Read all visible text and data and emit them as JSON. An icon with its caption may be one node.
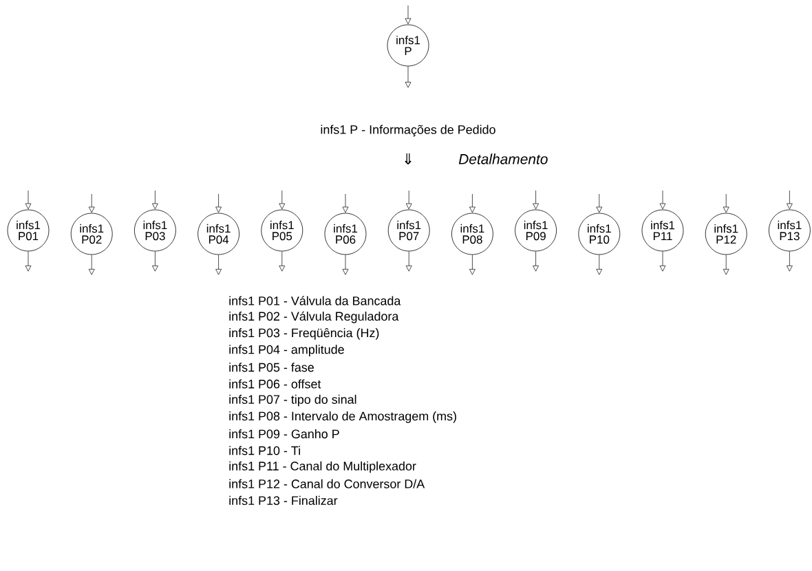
{
  "diagram": {
    "nodes": [
      {
        "text": [
          "infs1 P"
        ]
      },
      {
        "text": [
          "infs1 P01"
        ]
      },
      {
        "text": [
          "infs1 P02"
        ]
      },
      {
        "text": [
          "infs1 P03"
        ]
      },
      {
        "text": [
          "infs1 P04"
        ]
      },
      {
        "text": [
          "infs1 P05"
        ]
      },
      {
        "text": [
          "infs1 P06"
        ]
      },
      {
        "text": [
          "infs1 P07"
        ]
      },
      {
        "text": [
          "infs1 P08"
        ]
      },
      {
        "text": [
          "infs1 P09"
        ]
      },
      {
        "text": [
          "infs1 P10"
        ]
      },
      {
        "text": [
          "infs1 P11"
        ]
      },
      {
        "text": [
          "infs1 P12"
        ]
      },
      {
        "text": [
          "infs1 P13"
        ]
      }
    ],
    "edges": [
      {
        "from": null,
        "to": 0,
        "arrow": "to"
      },
      {
        "from": 0,
        "to": null,
        "arrow": "to"
      },
      {
        "from": null,
        "to": 1,
        "arrow": "to"
      },
      {
        "from": 1,
        "to": null,
        "arrow": "to"
      },
      {
        "from": null,
        "to": 2,
        "arrow": "to"
      },
      {
        "from": 2,
        "to": null,
        "arrow": "to"
      },
      {
        "from": null,
        "to": 3,
        "arrow": "to"
      },
      {
        "from": 3,
        "to": null,
        "arrow": "to"
      },
      {
        "from": null,
        "to": 4,
        "arrow": "to"
      },
      {
        "from": 4,
        "to": null,
        "arrow": "to"
      },
      {
        "from": null,
        "to": 5,
        "arrow": "to"
      },
      {
        "from": 5,
        "to": null,
        "arrow": "to"
      },
      {
        "from": null,
        "to": 6,
        "arrow": "to"
      },
      {
        "from": 6,
        "to": null,
        "arrow": "to"
      },
      {
        "from": null,
        "to": 7,
        "arrow": "to"
      },
      {
        "from": 7,
        "to": null,
        "arrow": "to"
      },
      {
        "from": null,
        "to": 8,
        "arrow": "to"
      },
      {
        "from": 8,
        "to": null,
        "arrow": "to"
      },
      {
        "from": null,
        "to": 9,
        "arrow": "to"
      },
      {
        "from": 9,
        "to": null,
        "arrow": "to"
      },
      {
        "from": null,
        "to": 10,
        "arrow": "to"
      },
      {
        "from": 10,
        "to": null,
        "arrow": "to"
      },
      {
        "from": null,
        "to": 11,
        "arrow": "to"
      },
      {
        "from": 11,
        "to": null,
        "arrow": "to"
      },
      {
        "from": null,
        "to": 12,
        "arrow": "to"
      },
      {
        "from": 12,
        "to": null,
        "arrow": "to"
      },
      {
        "from": null,
        "to": 13,
        "arrow": "to"
      },
      {
        "from": 13,
        "to": null,
        "arrow": "to"
      }
    ],
    "labels": [
      "infs1 P - Informações de Pedido",
      "⇓",
      "Detalhamento",
      "infs1 P01 - Válvula da Bancada",
      "infs1 P02 - Válvula Reguladora",
      "infs1 P03 - Freqüência (Hz)",
      "infs1 P04 - amplitude",
      "infs1 P05 - fase",
      "infs1 P06 - offset",
      "infs1 P07 - tipo do sinal",
      "infs1 P08 - Intervalo de Amostragem (ms)",
      "infs1 P09 - Ganho P",
      "infs1 P10 - Ti",
      "infs1 P11 - Canal do Multiplexador",
      "infs1 P12 - Canal do Conversor D/A",
      "infs1 P13 - Finalizar"
    ]
  }
}
